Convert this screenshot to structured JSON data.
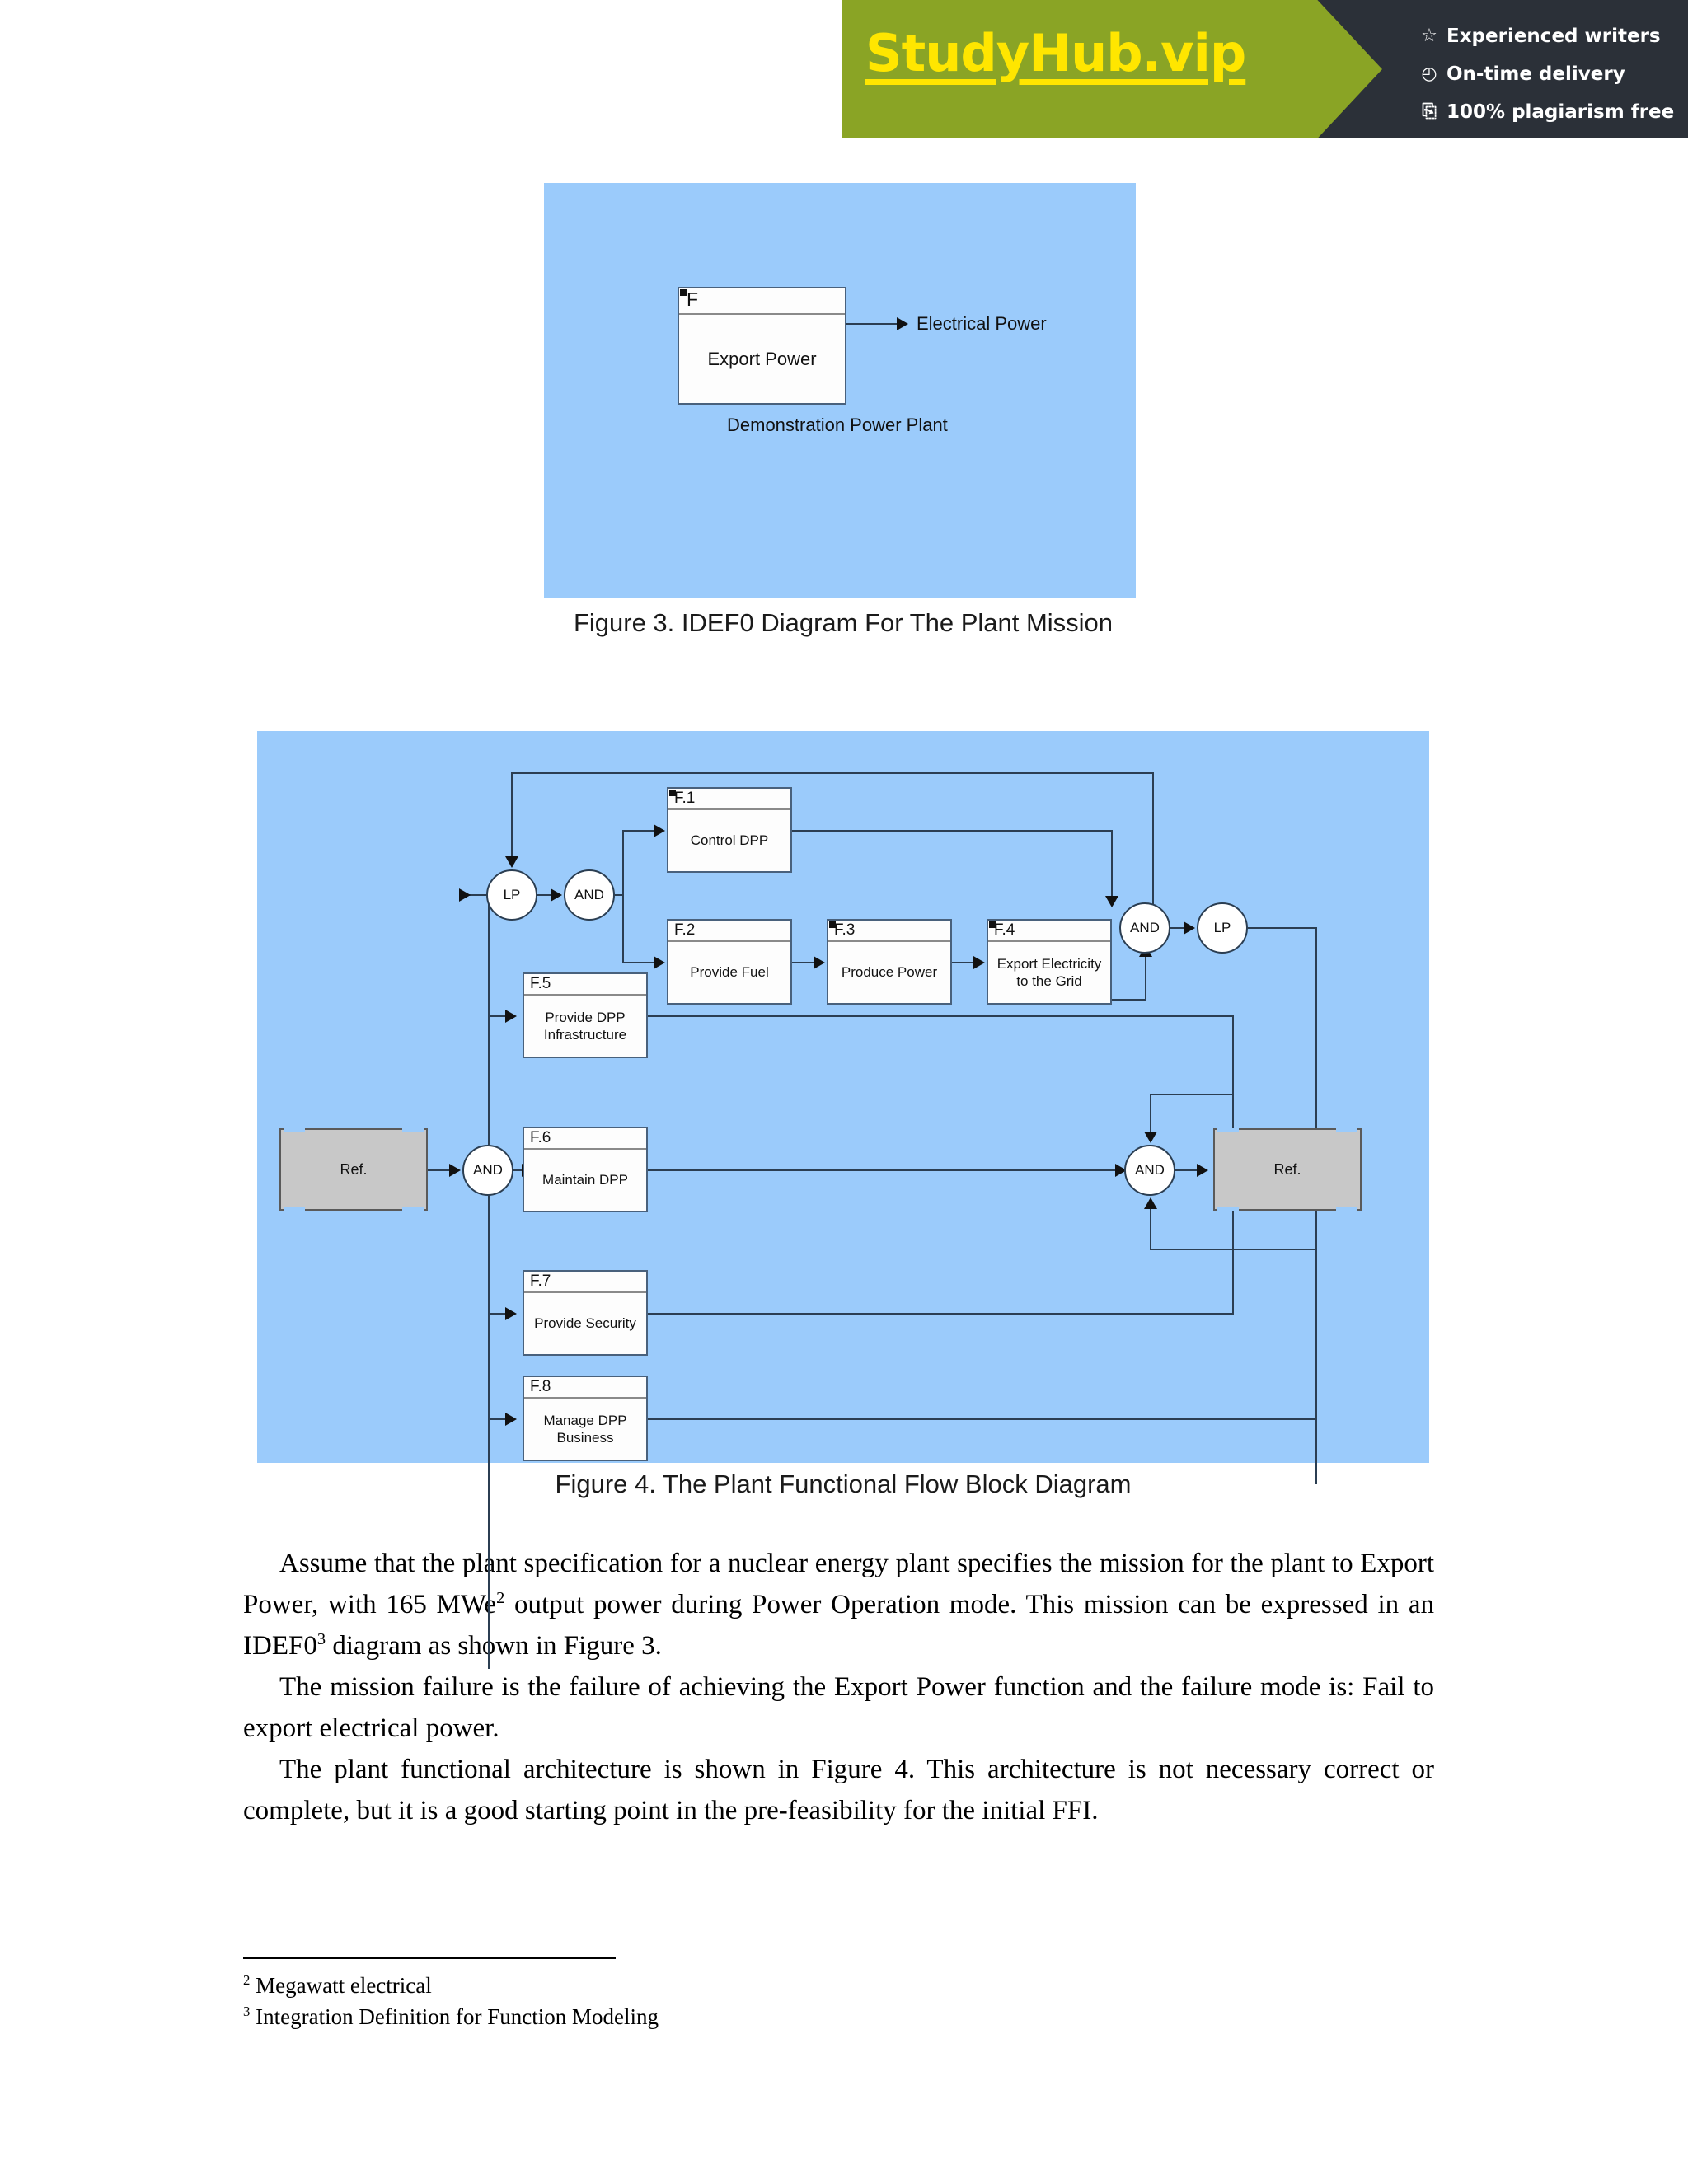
{
  "ad": {
    "logo": "StudyHub.vip",
    "points": [
      {
        "icon": "star-icon",
        "glyph": "☆",
        "text": "Experienced writers"
      },
      {
        "icon": "clock-icon",
        "glyph": "◴",
        "text": "On-time delivery"
      },
      {
        "icon": "document-check-icon",
        "glyph": "⎘",
        "text": "100% plagiarism free"
      }
    ],
    "colors": {
      "green": "#8aa425",
      "dark": "#2b3038",
      "yellow": "#ffe600"
    }
  },
  "figure3": {
    "caption": "Figure 3. IDEF0 Diagram For The Plant Mission",
    "panel_color": "#9bcbfb",
    "block": {
      "id": "F",
      "label": "Export Power"
    },
    "output_label": "Electrical Power",
    "mechanism_label": "Demonstration Power Plant"
  },
  "figure4": {
    "caption": "Figure 4. The Plant Functional Flow Block Diagram",
    "panel_color": "#9bcbfb",
    "ref_left": "Ref.",
    "ref_right": "Ref.",
    "gates": {
      "lp_left": "LP",
      "and_left_top": "AND",
      "and_left_main": "AND",
      "and_right_top": "AND",
      "lp_right": "LP",
      "and_right_main": "AND"
    },
    "blocks": [
      {
        "id": "F.1",
        "label": "Control DPP"
      },
      {
        "id": "F.2",
        "label": "Provide Fuel"
      },
      {
        "id": "F.3",
        "label": "Produce Power"
      },
      {
        "id": "F.4",
        "label": "Export Electricity to the Grid"
      },
      {
        "id": "F.5",
        "label": "Provide DPP Infrastructure"
      },
      {
        "id": "F.6",
        "label": "Maintain DPP"
      },
      {
        "id": "F.7",
        "label": "Provide Security"
      },
      {
        "id": "F.8",
        "label": "Manage DPP Business"
      }
    ]
  },
  "body": {
    "p1_a": "Assume that the plant specification for a nuclear energy plant specifies the mission for the plant to Export Power, with 165 MWe",
    "p1_sup1": "2",
    "p1_b": " output power during Power Operation mode. This mission can be expressed in an IDEF0",
    "p1_sup2": "3",
    "p1_c": " diagram as shown in Figure 3.",
    "p2": "The mission failure is the failure of achieving the Export Power function and the failure mode is: Fail to export electrical power.",
    "p3": "The plant functional architecture is shown in Figure 4. This architecture is not necessary correct or complete, but it is a good starting point in the pre-feasibility for the initial FFI."
  },
  "footnotes": [
    {
      "marker": "2",
      "text": "Megawatt electrical"
    },
    {
      "marker": "3",
      "text": "Integration Definition for Function Modeling"
    }
  ]
}
